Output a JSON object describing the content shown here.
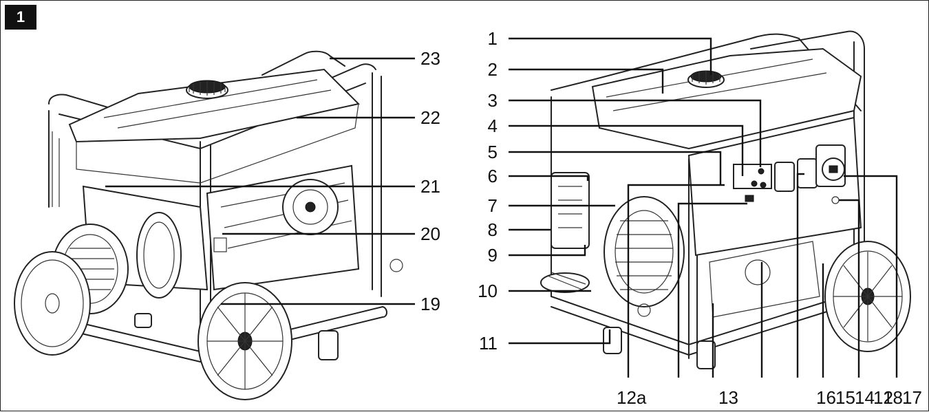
{
  "figure": {
    "number": "1",
    "left_view": {
      "labels": [
        "23",
        "22",
        "21",
        "20",
        "19"
      ]
    },
    "right_view": {
      "left_labels": [
        "1",
        "2",
        "3",
        "4",
        "5",
        "6",
        "7",
        "8",
        "9",
        "10",
        "11"
      ],
      "bottom_labels": [
        "12a",
        "13",
        "16",
        "15",
        "14",
        "12",
        "18",
        "17"
      ]
    }
  }
}
